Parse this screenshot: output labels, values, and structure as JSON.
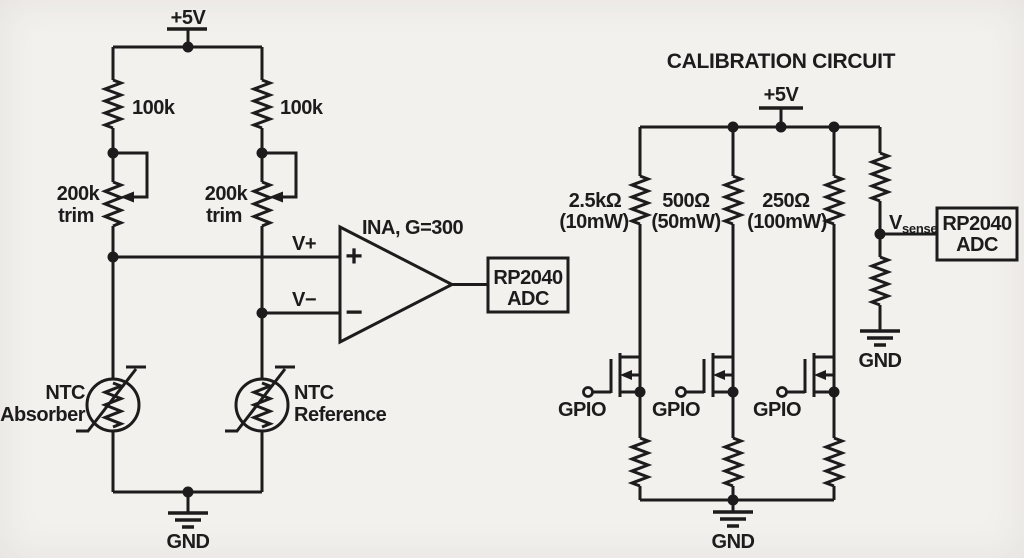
{
  "colors": {
    "ink": "#1c1c1c",
    "background": "#f3f1ee"
  },
  "bridge": {
    "supply": "+5V",
    "resistor_left": "100k",
    "resistor_right": "100k",
    "trim_left_value": "200k",
    "trim_left_word": "trim",
    "trim_right_value": "200k",
    "trim_right_word": "trim",
    "vplus": "V+",
    "vminus": "V−",
    "amp_label": "INA, G=300",
    "amp_plus": "+",
    "amp_minus": "−",
    "adc_line1": "RP2040",
    "adc_line2": "ADC",
    "ntc_left_line1": "NTC",
    "ntc_left_line2": "Absorber",
    "ntc_right_line1": "NTC",
    "ntc_right_line2": "Reference",
    "gnd": "GND"
  },
  "calibration": {
    "title": "CALIBRATION CIRCUIT",
    "supply": "+5V",
    "branches": [
      {
        "value": "2.5kΩ",
        "power": "(10mW)",
        "gpio": "GPIO"
      },
      {
        "value": "500Ω",
        "power": "(50mW)",
        "gpio": "GPIO"
      },
      {
        "value": "250Ω",
        "power": "(100mW)",
        "gpio": "GPIO"
      }
    ],
    "vsense_main": "V",
    "vsense_sub": "sense",
    "adc_line1": "RP2040",
    "adc_line2": "ADC",
    "gnd_sense": "GND",
    "gnd_main": "GND"
  }
}
